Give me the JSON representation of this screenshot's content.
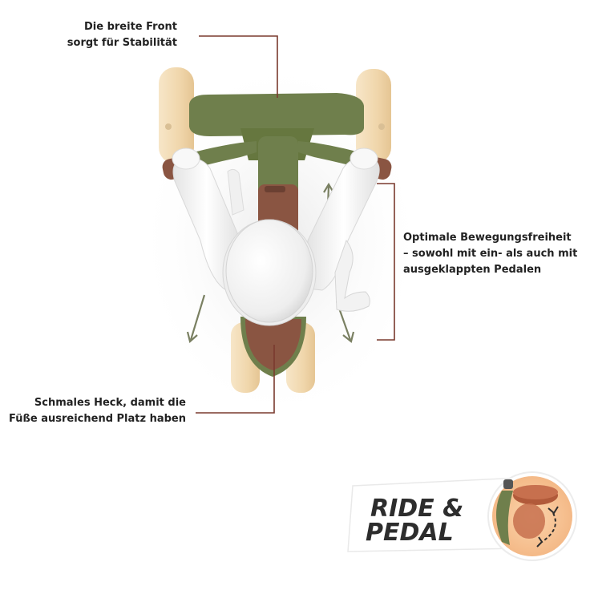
{
  "annotations": {
    "front": {
      "line1": "Die breite Front",
      "line2": "sorgt für Stabilität"
    },
    "movement": {
      "line1": "Optimale Bewegungsfreiheit",
      "line2": "– sowohl mit ein- als auch mit",
      "line3": "ausgeklappten Pedalen"
    },
    "rear": {
      "line1": "Schmales Heck, damit die",
      "line2": "Füße ausreichend Platz haben"
    }
  },
  "badge": {
    "line1": "RIDE &",
    "line2": "PEDAL"
  },
  "colors": {
    "frame_green": "#6f7f4c",
    "frame_green_dark": "#5a6a3c",
    "seat_brown": "#8a5542",
    "wheel_wood": "#f0d8b0",
    "figure_white": "#f6f6f6",
    "leader_line": "#7a3a2e",
    "arrow_olive": "#7a8062",
    "badge_orange": "#f5c08f",
    "badge_text": "#2d2d2d"
  }
}
